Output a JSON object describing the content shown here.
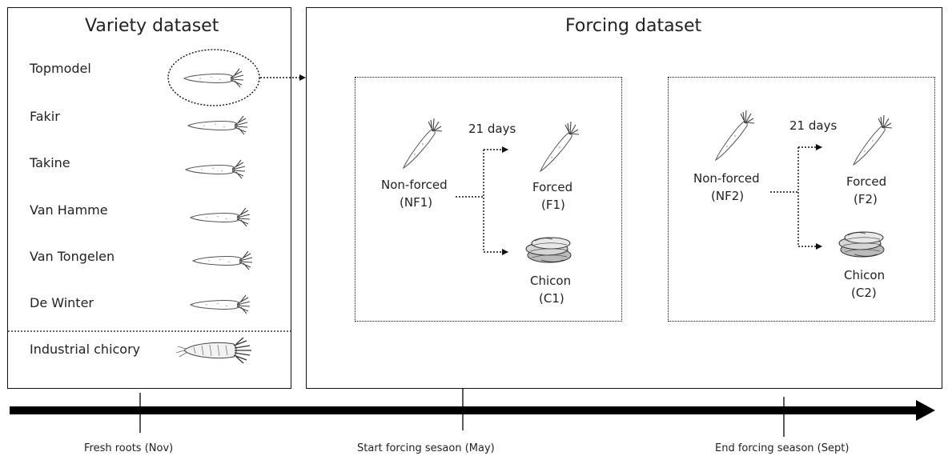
{
  "variety_dataset": {
    "title": "Variety dataset",
    "varieties": [
      "Topmodel",
      "Fakir",
      "Takine",
      "Van Hamme",
      "Van Tongelen",
      "De Winter"
    ],
    "industrial": "Industrial chicory"
  },
  "forcing_dataset": {
    "title": "Forcing dataset",
    "group1": {
      "duration": "21 days",
      "nonforced": "Non-forced",
      "nonforced_code": "(NF1)",
      "forced": "Forced",
      "forced_code": "(F1)",
      "chicon": "Chicon",
      "chicon_code": "(C1)"
    },
    "group2": {
      "duration": "21 days",
      "nonforced": "Non-forced",
      "nonforced_code": "(NF2)",
      "forced": "Forced",
      "forced_code": "(F2)",
      "chicon": "Chicon",
      "chicon_code": "(C2)"
    }
  },
  "timeline": {
    "milestones": [
      "Fresh roots (Nov)",
      "Start forcing sesaon (May)",
      "End forcing season (Sept)"
    ]
  },
  "icons": {
    "root": "chicory-root-icon",
    "chicon": "chicon-icon",
    "industrial_root": "industrial-chicory-root-icon"
  }
}
